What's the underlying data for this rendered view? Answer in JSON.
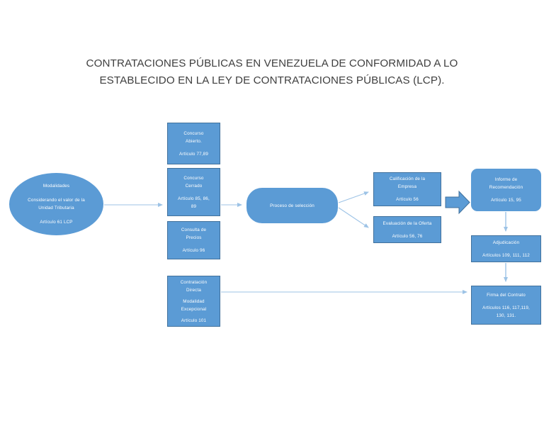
{
  "title": "CONTRATACIONES PÚBLICAS EN VENEZUELA DE CONFORMIDAD A LO ESTABLECIDO EN LA LEY DE CONTRATACIONES PÚBLICAS (LCP).",
  "colors": {
    "node_fill": "#5b9bd5",
    "node_border": "#41719c",
    "connector": "#9dc3e6",
    "block_arrow_fill": "#5b9bd5",
    "text": "#ffffff",
    "title_text": "#3f3f3f",
    "background": "#ffffff"
  },
  "nodes": {
    "modalidades": {
      "shape": "ellipse",
      "line1": "Modalidades",
      "line2": "Considerando el valor de  la",
      "line3": "Unidad Tributaria",
      "line4": "Artículo 61 LCP"
    },
    "concurso_abierto": {
      "shape": "rect",
      "line1": "Concurso",
      "line2": "Abierto.",
      "line3": "Artículo 77,89"
    },
    "concurso_cerrado": {
      "shape": "rect",
      "line1": "Concurso",
      "line2": "Cerrado",
      "line3": "Artículo 85, 86,",
      "line4": "89"
    },
    "consulta_precios": {
      "shape": "rect",
      "line1": "Consulta de",
      "line2": "Precios",
      "line3": "Artículo 96"
    },
    "contratacion_directa": {
      "shape": "rect",
      "line1": "Contratación",
      "line2": "Directa",
      "line3": "Modalidad",
      "line4": "Excepcional",
      "line5": "Artículo 101"
    },
    "proceso_seleccion": {
      "shape": "roundrect",
      "line1": "Proceso de selección"
    },
    "calificacion": {
      "shape": "rect",
      "line1": "Calificación de  la",
      "line2": "Empresa",
      "line3": "Artículo 56"
    },
    "evaluacion": {
      "shape": "rect",
      "line1": "Evaluación de  la Oferta",
      "line2": "Artículo 56, 76"
    },
    "informe": {
      "shape": "roundrect-sm",
      "line1": "Informe de",
      "line2": "Recomendación",
      "line3": "Artículo 15, 95"
    },
    "adjudicacion": {
      "shape": "rect",
      "line1": "Adjudicación",
      "line2": "Artículos 109,  111, 112"
    },
    "firma": {
      "shape": "rect",
      "line1": "Firma del Contrato",
      "line2": "Artículos 116, 117,119,",
      "line3": "130, 131."
    }
  },
  "connectors": [
    {
      "name": "modalidades-to-concurso-cerrado",
      "from": "modalidades",
      "to": "concurso_cerrado",
      "style": "thin-arrow"
    },
    {
      "name": "concurso-cerrado-to-proceso",
      "from": "concurso_cerrado",
      "to": "proceso_seleccion",
      "style": "thin-arrow"
    },
    {
      "name": "proceso-to-calificacion",
      "from": "proceso_seleccion",
      "to": "calificacion",
      "style": "thin-arrow"
    },
    {
      "name": "proceso-to-evaluacion",
      "from": "proceso_seleccion",
      "to": "evaluacion",
      "style": "thin-arrow"
    },
    {
      "name": "evaluacion-to-informe",
      "from": "evaluacion",
      "to": "informe",
      "style": "block-arrow"
    },
    {
      "name": "informe-to-adjudicacion",
      "from": "informe",
      "to": "adjudicacion",
      "style": "thin-arrow"
    },
    {
      "name": "adjudicacion-to-firma",
      "from": "adjudicacion",
      "to": "firma",
      "style": "thin-arrow"
    },
    {
      "name": "contratacion-directa-to-firma",
      "from": "contratacion_directa",
      "to": "firma",
      "style": "thin-arrow"
    }
  ]
}
